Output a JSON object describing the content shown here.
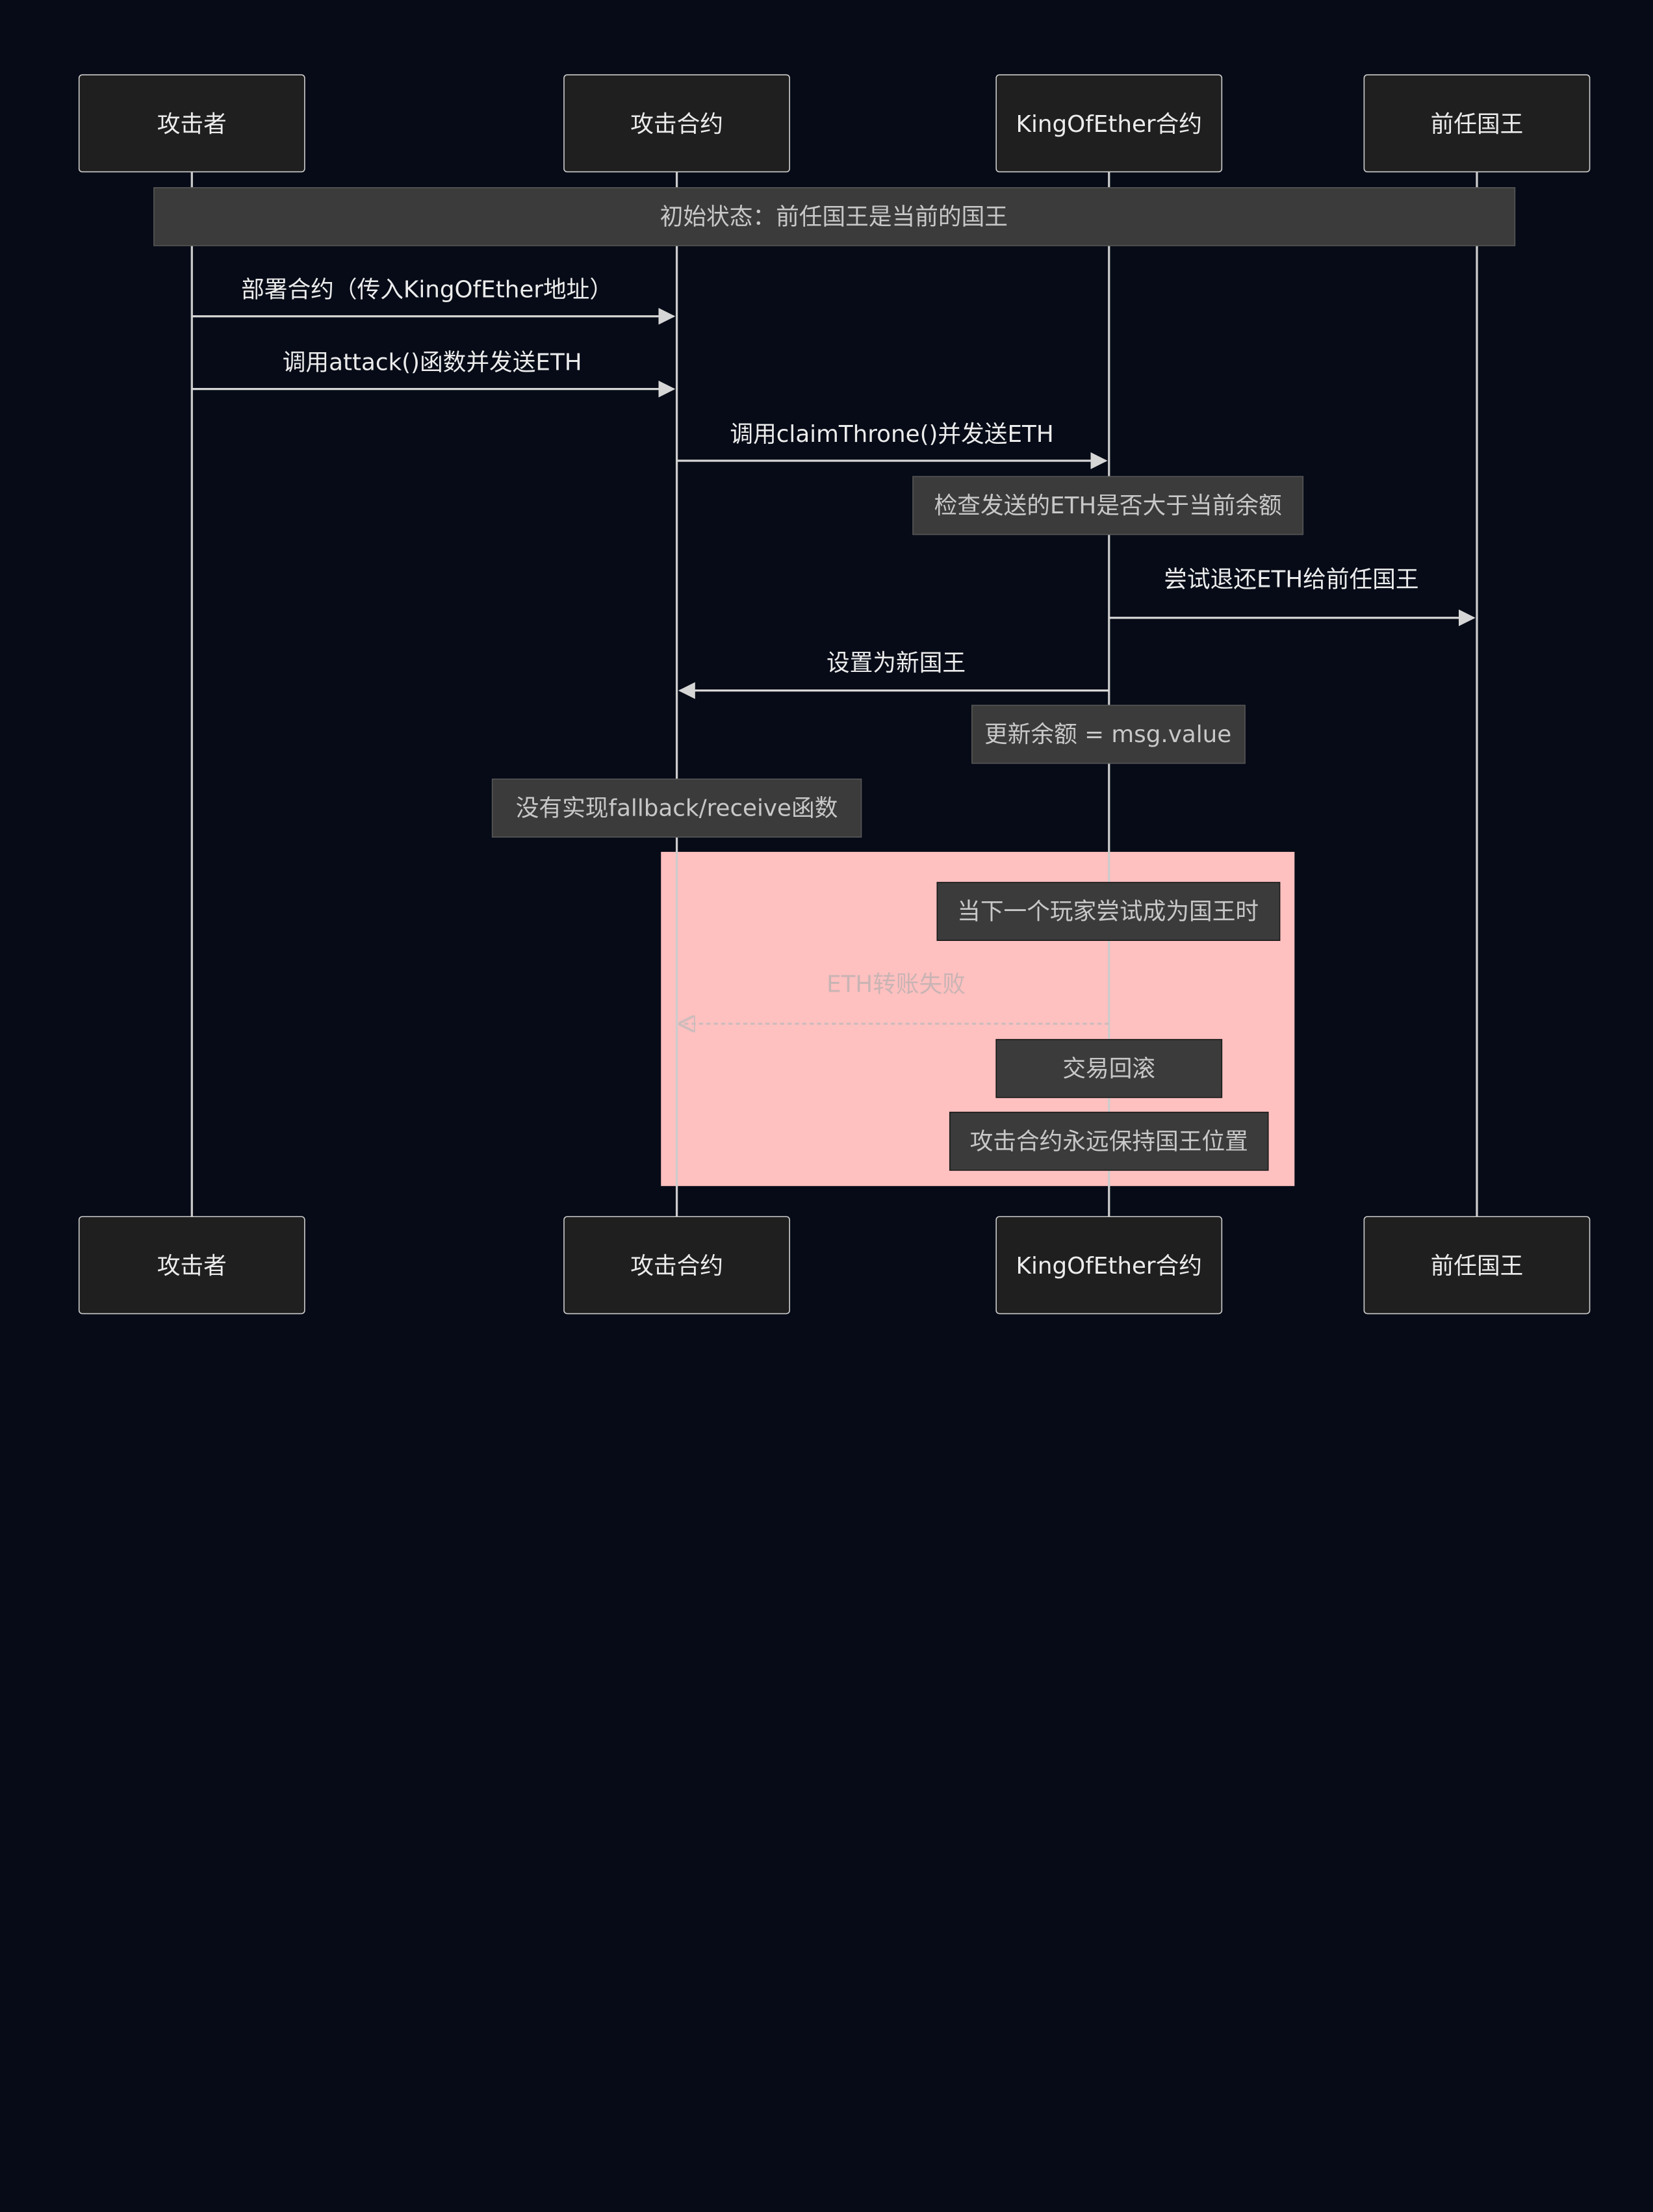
{
  "participants": [
    {
      "id": "attacker",
      "label": "攻击者"
    },
    {
      "id": "attack_contract",
      "label": "攻击合约"
    },
    {
      "id": "king_contract",
      "label": "KingOfEther合约"
    },
    {
      "id": "prev_king",
      "label": "前任国王"
    }
  ],
  "initial_note": "初始状态：前任国王是当前的国王",
  "messages": [
    {
      "label": "部署合约（传入KingOfEther地址）",
      "from": "attacker",
      "to": "attack_contract",
      "style": "solid"
    },
    {
      "label": "调用attack()函数并发送ETH",
      "from": "attacker",
      "to": "attack_contract",
      "style": "solid"
    },
    {
      "label": "调用claimThrone()并发送ETH",
      "from": "attack_contract",
      "to": "king_contract",
      "style": "solid"
    },
    {
      "label": "尝试退还ETH给前任国王",
      "from": "king_contract",
      "to": "prev_king",
      "style": "solid"
    },
    {
      "label": "设置为新国王",
      "from": "king_contract",
      "to": "attack_contract",
      "style": "solid"
    },
    {
      "label": "ETH转账失败",
      "from": "king_contract",
      "to": "attack_contract",
      "style": "dashed"
    }
  ],
  "notes": [
    {
      "label": "检查发送的ETH是否大于当前余额",
      "over": "king_contract"
    },
    {
      "label": "更新余额 = msg.value",
      "over": "king_contract"
    },
    {
      "label": "没有实现fallback/receive函数",
      "over": "attack_contract"
    },
    {
      "label": "当下一个玩家尝试成为国王时",
      "over": "king_contract"
    },
    {
      "label": "交易回滚",
      "over": "king_contract"
    },
    {
      "label": "攻击合约永远保持国王位置",
      "over": "king_contract"
    }
  ],
  "highlight_color": "#ffc0c0"
}
